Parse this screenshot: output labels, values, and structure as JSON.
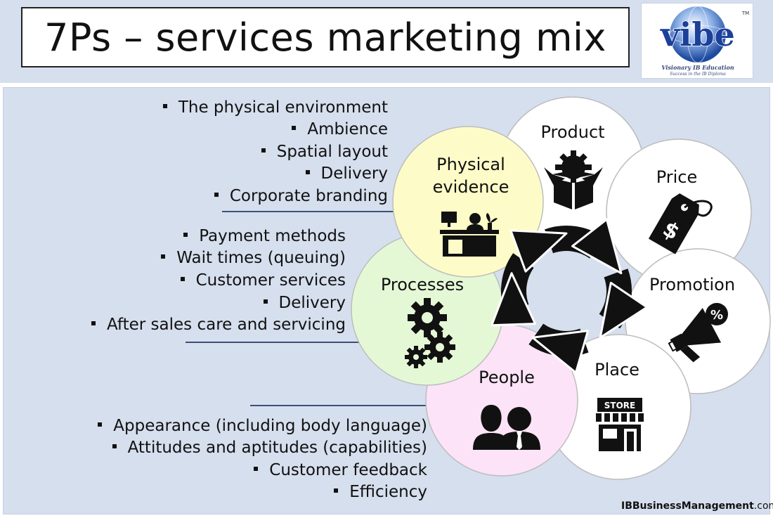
{
  "title": "7Ps – services marketing mix",
  "logo": {
    "text": "vibe",
    "trademark": "TM",
    "tagline": "Visionary IB Education",
    "subtagline": "Success in the IB Diploma"
  },
  "circles": {
    "product": {
      "label": "Product",
      "icon": "box-gear-icon",
      "fill": "#ffffff"
    },
    "price": {
      "label": "Price",
      "icon": "price-tag-icon",
      "fill": "#ffffff"
    },
    "promotion": {
      "label": "Promotion",
      "icon": "megaphone-icon",
      "fill": "#ffffff"
    },
    "place": {
      "label": "Place",
      "icon": "store-icon",
      "store_sign": "STORE",
      "fill": "#ffffff"
    },
    "people": {
      "label": "People",
      "icon": "people-icon",
      "fill": "#fce3f7"
    },
    "processes": {
      "label": "Processes",
      "icon": "gears-icon",
      "fill": "#e4f8d6"
    },
    "physical_evidence": {
      "label_line1": "Physical",
      "label_line2": "evidence",
      "icon": "reception-desk-icon",
      "fill": "#fdfcc8"
    }
  },
  "physical_evidence_points": [
    "The physical environment",
    "Ambience",
    "Spatial layout",
    "Delivery",
    "Corporate branding"
  ],
  "processes_points": [
    "Payment methods",
    "Wait times (queuing)",
    "Customer services",
    "Delivery",
    "After sales care and servicing"
  ],
  "people_points": [
    "Appearance (including body language)",
    "Attitudes and aptitudes (capabilities)",
    "Customer feedback",
    "Efficiency"
  ],
  "credit": {
    "bold": "IBBusinessManagement",
    "rest": ".com"
  }
}
